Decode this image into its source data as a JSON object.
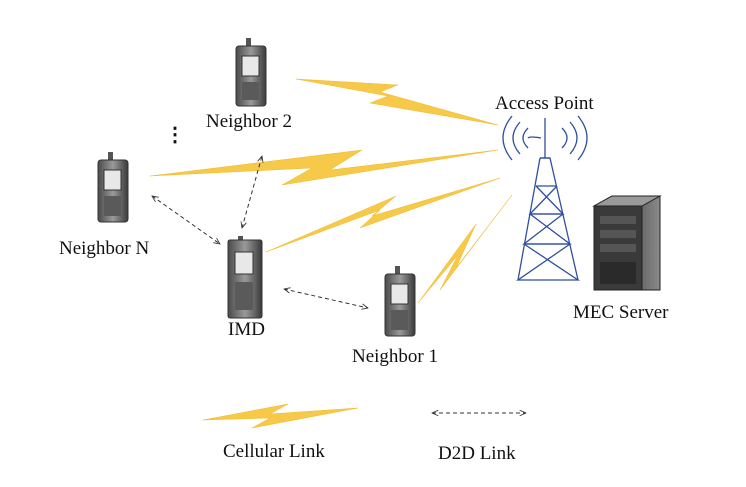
{
  "labels": {
    "access_point": "Access Point",
    "neighbor_2": "Neighbor 2",
    "neighbor_n": "Neighbor N",
    "imd": "IMD",
    "neighbor_1": "Neighbor 1",
    "mec_server": "MEC Server",
    "ellipsis": "⋮"
  },
  "legend": {
    "cellular_link": "Cellular Link",
    "d2d_link": "D2D Link"
  },
  "colors": {
    "cellular_link": "#f7c948",
    "tower": "#2f4f9f",
    "phone_body": "#6e6e6e",
    "server_body": "#3d3d3d"
  },
  "icons": {
    "device": "mobile-phone-icon",
    "access_point": "antenna-tower-icon",
    "server": "server-icon"
  }
}
